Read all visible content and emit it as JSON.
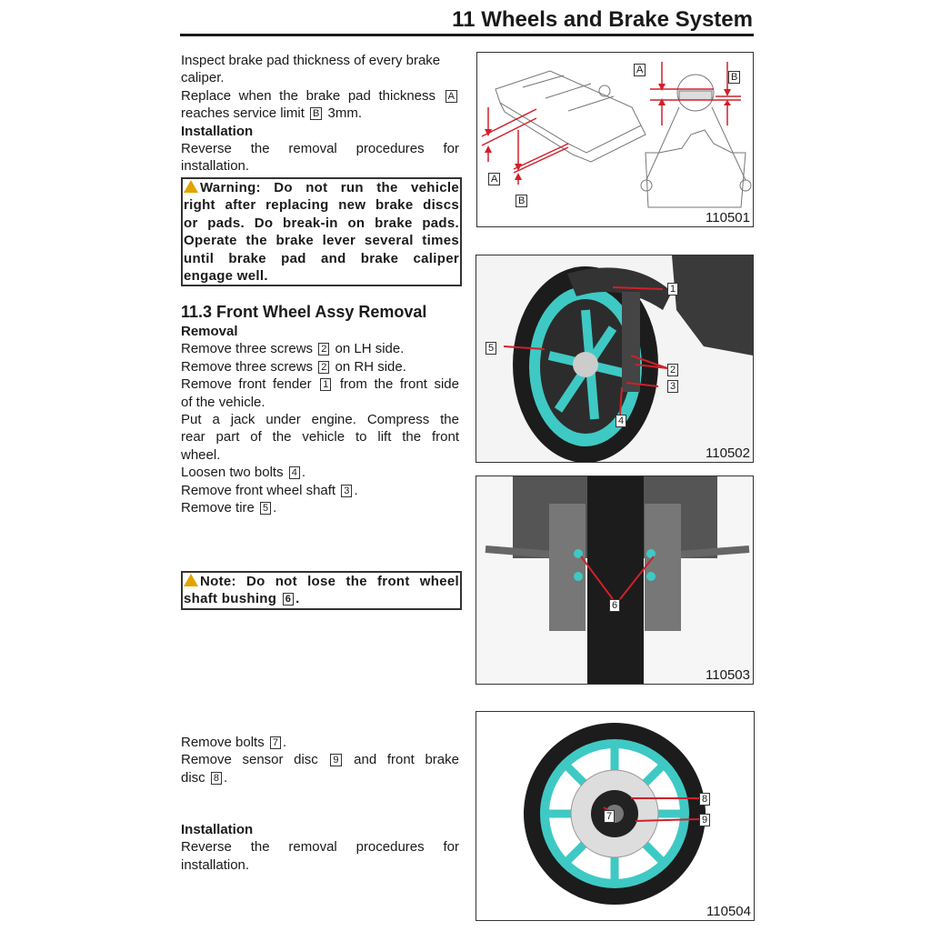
{
  "header": {
    "title": "11 Wheels and Brake System"
  },
  "blocks": {
    "intro": [
      {
        "s": [
          "Inspect brake pad thickness of every brake"
        ]
      },
      {
        "s": [
          "caliper."
        ]
      },
      {
        "s": [
          "Replace when the brake pad thickness ",
          {
            "box": "A"
          }
        ],
        "j": true
      },
      {
        "s": [
          "reaches service limit ",
          {
            "box": "B"
          },
          " 3mm."
        ]
      },
      {
        "s": [
          "Installation"
        ],
        "b": true
      },
      {
        "s": [
          "Reverse the removal procedures for"
        ],
        "j": true
      },
      {
        "s": [
          "installation."
        ]
      }
    ],
    "warning": [
      {
        "s": [
          "Warning: Do not run the vehicle"
        ],
        "j": true,
        "icon": true
      },
      {
        "s": [
          "right after replacing new brake discs"
        ],
        "j": true
      },
      {
        "s": [
          "or pads. Do break-in on brake pads."
        ],
        "j": true
      },
      {
        "s": [
          "Operate the brake lever several times"
        ],
        "j": true
      },
      {
        "s": [
          "until brake pad and brake caliper"
        ],
        "j": true
      },
      {
        "s": [
          "engage well."
        ]
      }
    ],
    "section": [
      {
        "s": [
          "11.3 Front Wheel Assy Removal"
        ],
        "h": true
      },
      {
        "s": [
          "Removal"
        ],
        "b": true
      },
      {
        "s": [
          "Remove three screws ",
          {
            "box": "2"
          },
          " on LH side."
        ]
      },
      {
        "s": [
          "Remove three screws ",
          {
            "box": "2"
          },
          " on RH side."
        ]
      },
      {
        "s": [
          "Remove front fender ",
          {
            "box": "1"
          },
          " from the front side"
        ],
        "j": true
      },
      {
        "s": [
          "of the vehicle."
        ]
      },
      {
        "s": [
          "Put a jack under engine. Compress the"
        ],
        "j": true
      },
      {
        "s": [
          "rear part of the vehicle to lift the front"
        ],
        "j": true
      },
      {
        "s": [
          "wheel."
        ]
      },
      {
        "s": [
          "Loosen two bolts ",
          {
            "box": "4"
          },
          "."
        ]
      },
      {
        "s": [
          "Remove front wheel shaft ",
          {
            "box": "3"
          },
          "."
        ]
      },
      {
        "s": [
          "Remove tire ",
          {
            "box": "5"
          },
          "."
        ]
      }
    ],
    "note": [
      {
        "s": [
          "Note: Do not lose the front wheel"
        ],
        "j": true,
        "icon": true
      },
      {
        "s": [
          "shaft bushing ",
          {
            "box": "6"
          },
          "."
        ]
      }
    ],
    "disc": [
      {
        "s": [
          "Remove bolts ",
          {
            "box": "7"
          },
          "."
        ]
      },
      {
        "s": [
          "Remove sensor disc ",
          {
            "box": "9"
          },
          " and front brake"
        ],
        "j": true
      },
      {
        "s": [
          "disc ",
          {
            "box": "8"
          },
          "."
        ]
      }
    ],
    "install": [
      {
        "s": [
          "Installation"
        ],
        "b": true
      },
      {
        "s": [
          "Reverse the removal procedures for"
        ],
        "j": true
      },
      {
        "s": [
          "installation."
        ]
      }
    ]
  },
  "figures": {
    "f1": {
      "number": "110501",
      "labels": [
        "A",
        "B",
        "A",
        "B"
      ]
    },
    "f2": {
      "number": "110502",
      "labels": [
        "1",
        "5",
        "2",
        "3",
        "4"
      ]
    },
    "f3": {
      "number": "110503",
      "labels": [
        "6"
      ]
    },
    "f4": {
      "number": "110504",
      "labels": [
        "8",
        "7",
        "9"
      ]
    }
  },
  "colors": {
    "callout_red": "#d0202a",
    "rim_cyan": "#3fc9c4",
    "warning_yellow": "#e2a400"
  }
}
